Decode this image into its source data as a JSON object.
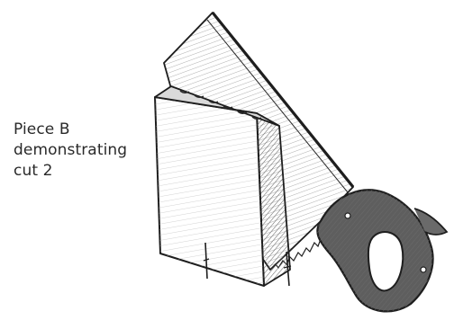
{
  "caption": {
    "lines": [
      "Piece B",
      "demonstrating",
      "cut 2"
    ]
  },
  "illustration": {
    "ink_color": "#1e1e1e",
    "shade_color": "#8c8c8c",
    "paper_color": "#ffffff"
  }
}
